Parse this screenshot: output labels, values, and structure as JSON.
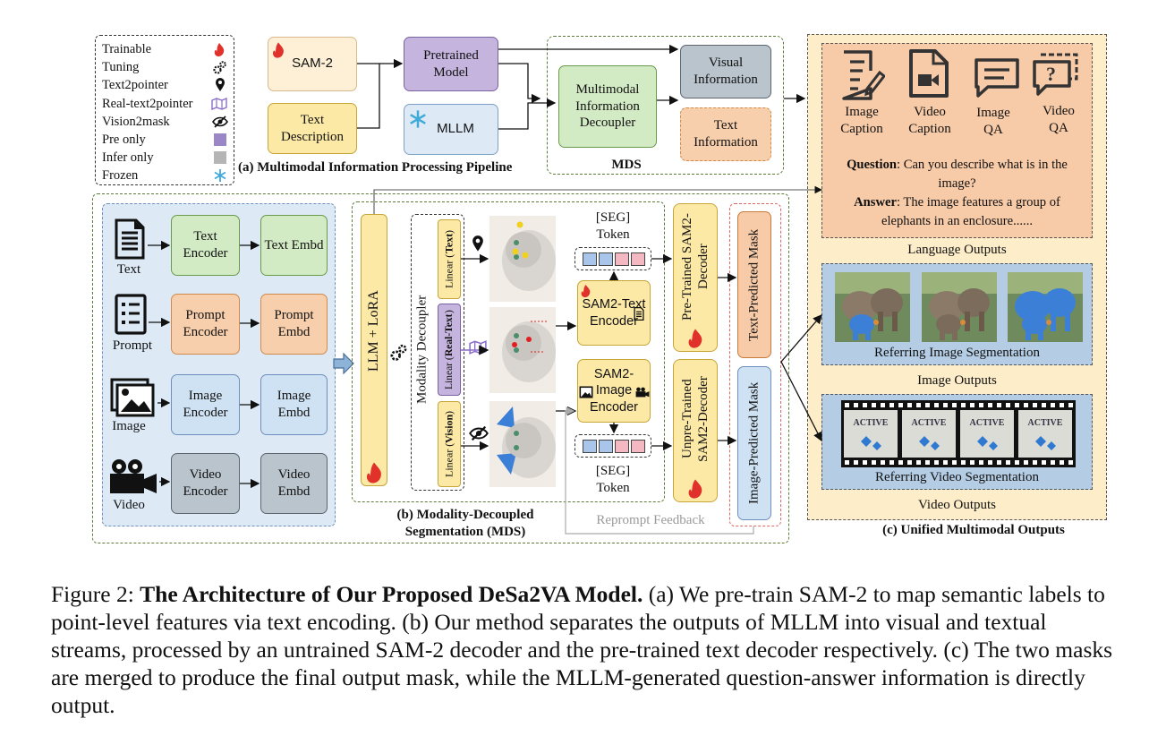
{
  "legend": {
    "items": [
      {
        "label": "Trainable",
        "icon": "flame-icon"
      },
      {
        "label": "Tuning",
        "icon": "gears-icon"
      },
      {
        "label": "Text2pointer",
        "icon": "map-pin-icon"
      },
      {
        "label": "Real-text2pointer",
        "icon": "map-icon"
      },
      {
        "label": "Vision2mask",
        "icon": "eye-slash-icon"
      },
      {
        "label": "Pre only",
        "color": "#9b86c8"
      },
      {
        "label": "Infer only",
        "color": "#b5b5b5"
      },
      {
        "label": "Frozen",
        "icon": "snowflake-icon"
      }
    ]
  },
  "section_a": {
    "sam2": "SAM-2",
    "text_description": "Text Description",
    "pretrained_model": "Pretrained Model",
    "mllm": "MLLM",
    "decoupler": "Multimodal Information Decoupler",
    "visual_info": "Visual Information",
    "text_info": "Text Information",
    "mds_label": "MDS",
    "title": "(a) Multimodal Information Processing Pipeline"
  },
  "section_b": {
    "inputs": [
      {
        "label": "Text",
        "encoder": "Text Encoder",
        "embd": "Text Embd"
      },
      {
        "label": "Prompt",
        "encoder": "Prompt Encoder",
        "embd": "Prompt Embd"
      },
      {
        "label": "Image",
        "encoder": "Image Encoder",
        "embd": "Image Embd"
      },
      {
        "label": "Video",
        "encoder": "Video Encoder",
        "embd": "Video Embd"
      }
    ],
    "llm": "LLM + LoRA",
    "modality_decoupler": "Modality Decoupler",
    "linear_text_pre": "Linear (",
    "linear_text_bold": "Text",
    "linear_real_bold": "Real-Text",
    "linear_vision_bold": "Vision",
    "seg_token": "[SEG] Token",
    "sam2_text_encoder": "SAM2-Text Encoder",
    "sam2_image_encoder": "SAM2-Image Encoder",
    "pretrained_decoder": "Pre-Trained SAM2-Decoder",
    "untrained_decoder": "Unpre-Trained SAM2-Decoder",
    "text_predicted_mask": "Text-Predicted Mask",
    "image_predicted_mask": "Image-Predicted Mask",
    "reprompt": "Reprompt Feedback",
    "title_line1": "(b) Modality-Decoupled",
    "title_line2": "Segmentation (MDS)"
  },
  "section_c": {
    "tasks": [
      "Image Caption",
      "Video Caption",
      "Image QA",
      "Video QA"
    ],
    "question_label": "Question",
    "question_text": ": Can you describe what is in the image?",
    "answer_label": "Answer",
    "answer_text": ": The image features a group of elephants in an enclosure......",
    "language_outputs": "Language Outputs",
    "ris": "Referring Image Segmentation",
    "image_outputs": "Image Outputs",
    "active": "ACTIVE",
    "rvs": "Referring Video Segmentation",
    "video_outputs": "Video Outputs",
    "title": "(c) Unified Multimodal Outputs"
  },
  "caption": {
    "prefix": "Figure 2: ",
    "title": "The Architecture of Our Proposed DeSa2VA Model.",
    "body": " (a) We pre-train SAM-2 to map semantic labels to point-level features via text encoding. (b) Our method separates the outputs of MLLM into visual and textual streams, processed by an untrained SAM-2 decoder and the pre-trained text decoder respectively. (c) The two masks are merged to produce the final output mask, while the MLLM-generated question-answer information is directly output."
  },
  "colors": {
    "flame": "#e0322a",
    "green_border": "#5c7a3a",
    "orange_border": "#c98a2c"
  }
}
